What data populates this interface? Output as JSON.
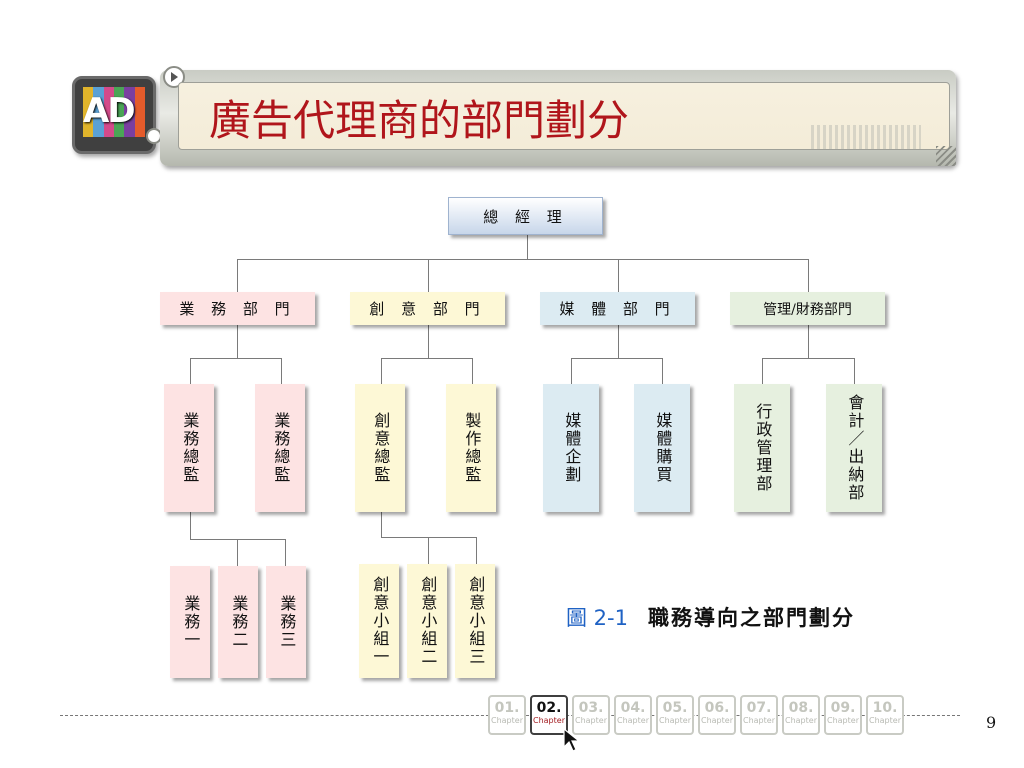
{
  "header": {
    "title": "廣告代理商的部門劃分",
    "logo_text": "AD",
    "logo_colors": [
      "#e0b42b",
      "#5aa1d6",
      "#d44a8a",
      "#4aa556",
      "#7a3fa0",
      "#e45b2b"
    ]
  },
  "org_chart": {
    "ceo": "總 經 理",
    "departments": [
      {
        "label": "業 務 部 門",
        "color": "#fde3e3",
        "children": [
          "業務總監",
          "業務總監"
        ],
        "groups": [
          "業務一",
          "業務二",
          "業務三"
        ]
      },
      {
        "label": "創 意 部 門",
        "color": "#fdf8d6",
        "children": [
          "創意總監",
          "製作總監"
        ],
        "groups": [
          "創意小組一",
          "創意小組二",
          "創意小組三"
        ]
      },
      {
        "label": "媒 體 部 門",
        "color": "#dcebf2",
        "children": [
          "媒體企劃",
          "媒體購買"
        ]
      },
      {
        "label": "管理/財務部門",
        "color": "#e6f0df",
        "children": [
          "行政管理部",
          "會計／出納部"
        ]
      }
    ]
  },
  "caption": {
    "figure_number": "圖 2-1",
    "text": "職務導向之部門劃分"
  },
  "footer": {
    "chapters": [
      "01.",
      "02.",
      "03.",
      "04.",
      "05.",
      "06.",
      "07.",
      "08.",
      "09.",
      "10."
    ],
    "chapter_label": "Chapter",
    "active_chapter": "02.",
    "page_number": "9"
  }
}
